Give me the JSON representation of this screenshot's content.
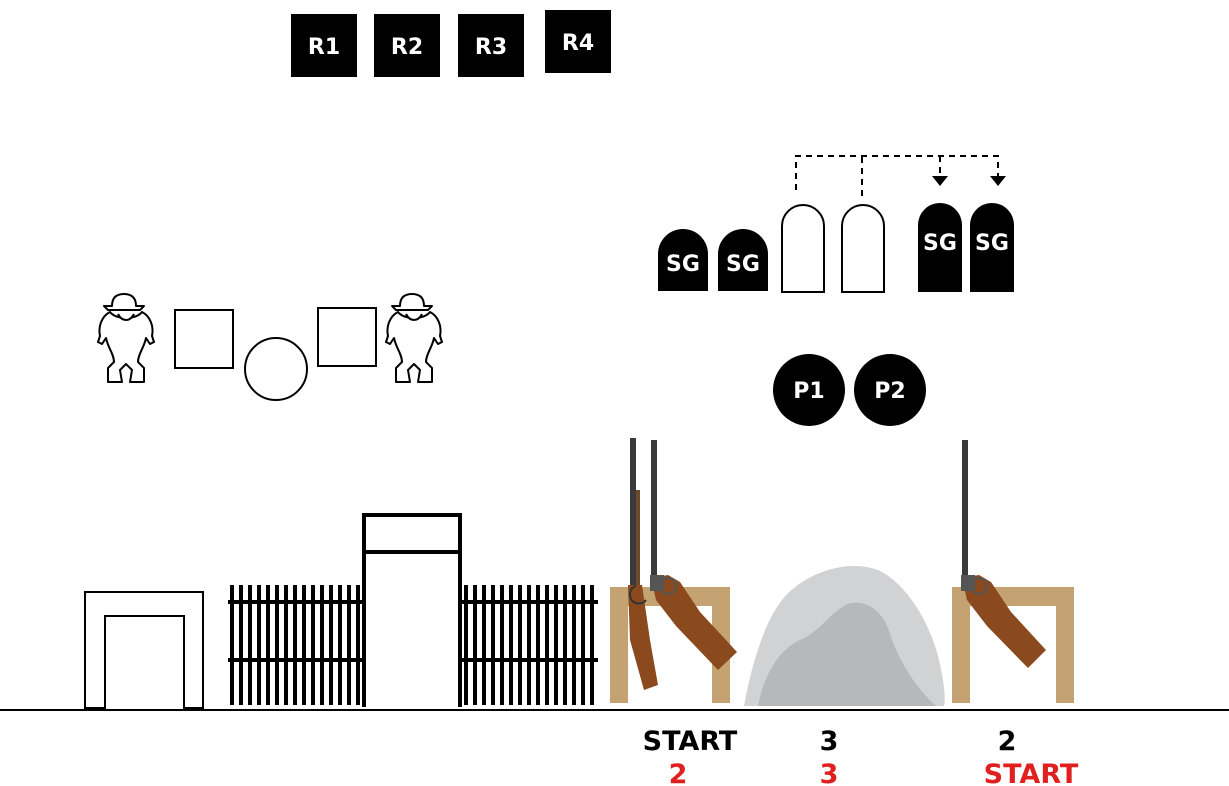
{
  "rifle_targets": [
    "R1",
    "R2",
    "R3",
    "R4"
  ],
  "shotgun_targets": [
    "SG",
    "SG",
    "SG",
    "SG"
  ],
  "pistol_targets": [
    "P1",
    "P2"
  ],
  "positions": [
    {
      "upper": "START",
      "lower": "2"
    },
    {
      "upper": "3",
      "lower": "3"
    },
    {
      "upper": "2",
      "lower": "START"
    }
  ],
  "colors": {
    "target_fill": "#000000",
    "target_text": "#ffffff",
    "table": "#c4a272",
    "rock_outer": "#d1d2d3",
    "rock_inner": "#b7b8b9",
    "stock": "#8a4a1e",
    "lower_text": "#e0201f"
  },
  "icons": [
    "cowboy-bandit-icon",
    "rifle-icon",
    "shotgun-icon",
    "rock-icon",
    "fence-icon",
    "doorway-icon"
  ]
}
